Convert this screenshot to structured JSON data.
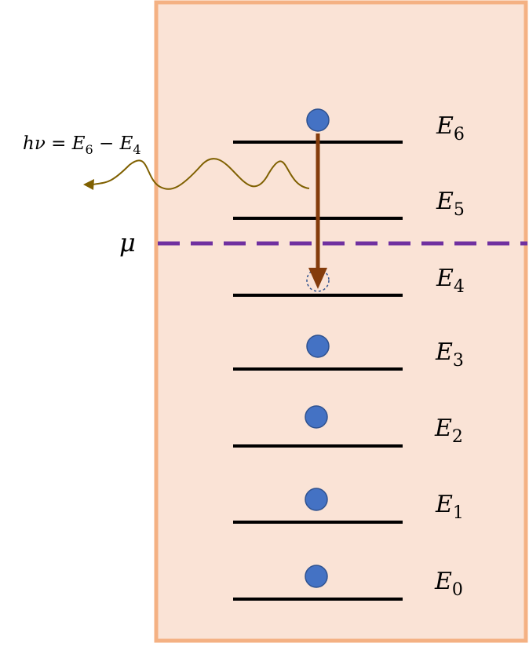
{
  "colors": {
    "box_fill": "#fae3d6",
    "box_border": "#f4b183",
    "level_line": "#000000",
    "electron_fill": "#4472c4",
    "electron_stroke": "#2f528f",
    "arrow": "#843c0c",
    "photon": "#7f6000",
    "chemical_potential": "#7030a0"
  },
  "levels": [
    {
      "name": "E",
      "sub": "6",
      "electron": "filled"
    },
    {
      "name": "E",
      "sub": "5",
      "electron": "none"
    },
    {
      "name": "E",
      "sub": "4",
      "electron": "hole"
    },
    {
      "name": "E",
      "sub": "3",
      "electron": "filled"
    },
    {
      "name": "E",
      "sub": "2",
      "electron": "filled"
    },
    {
      "name": "E",
      "sub": "1",
      "electron": "filled"
    },
    {
      "name": "E",
      "sub": "0",
      "electron": "filled"
    }
  ],
  "chemical_potential_label": "μ",
  "photon_label": {
    "prefix": "hν = E",
    "sub1": "6",
    "minus": " − E",
    "sub2": "4"
  },
  "transition": {
    "from": "E6",
    "to": "E4"
  }
}
